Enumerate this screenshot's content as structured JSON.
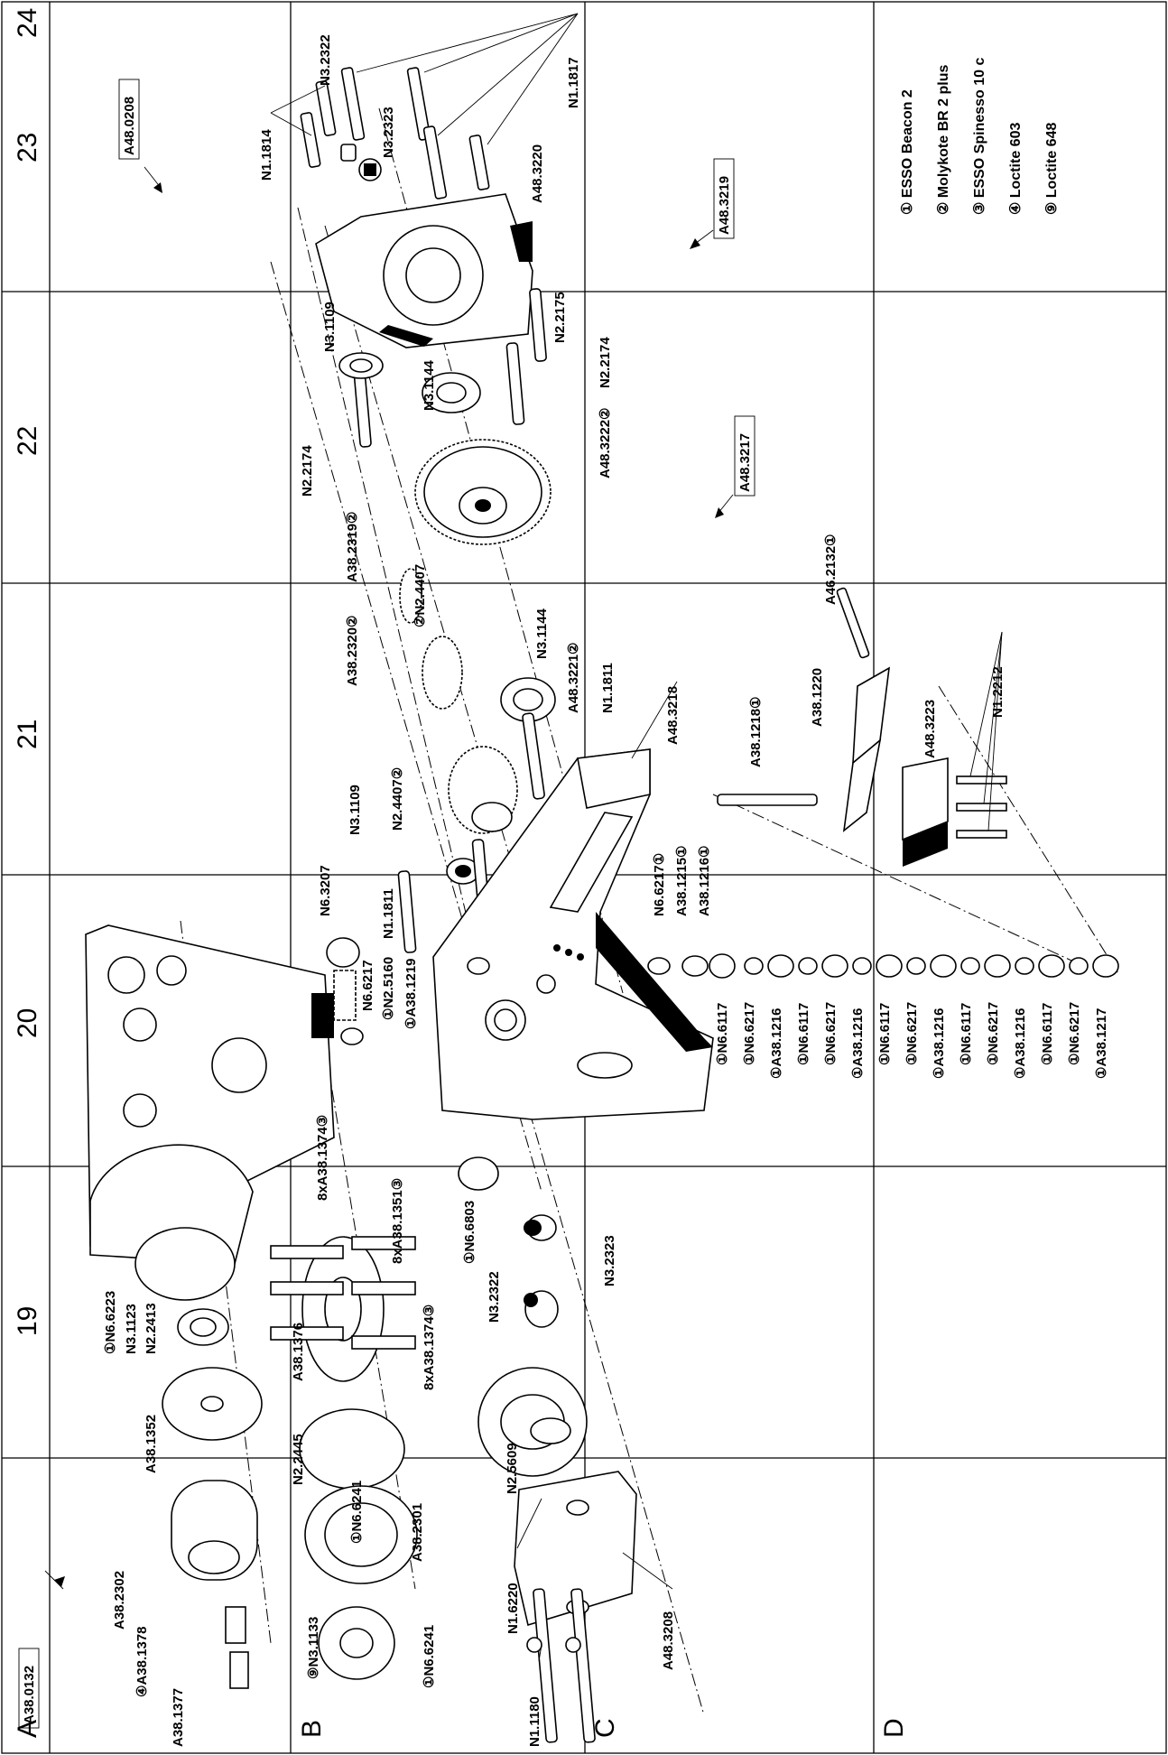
{
  "grid": {
    "rows": [
      "A",
      "B",
      "C",
      "D"
    ],
    "cols": [
      "19",
      "20",
      "21",
      "22",
      "23",
      "24"
    ]
  },
  "refs": [
    "A38.0132",
    "A48.0208",
    "A48.3219",
    "A48.3217"
  ],
  "legend": [
    "① ESSO Beacon 2",
    "② Molykote BR 2 plus",
    "③ ESSO Spinesso 10 c",
    "④ Loctite 603",
    "⑨ Loctite 648"
  ],
  "labels": [
    "N1.1814",
    "N3.2322",
    "N3.2323",
    "N1.1817",
    "A48.3220",
    "N3.1109",
    "N3.1144",
    "N2.2175",
    "N2.2174",
    "N2.2174",
    "A48.3222②",
    "A38.2319②",
    "②N2.4407",
    "A38.2320②",
    "N3.1144",
    "A48.3221②",
    "N1.1811",
    "N2.4407②",
    "N3.1109",
    "A48.3218",
    "A46.2132①",
    "A38.1218①",
    "A38.1220",
    "A48.3223",
    "N1.2212",
    "N6.3207",
    "N1.1811",
    "N6.6217",
    "①N2.5160",
    "①A38.1219",
    "N6.6217①",
    "A38.1215①",
    "A38.1216①",
    "①N6.6117",
    "①N6.6217",
    "①A38.1216",
    "①N6.6117",
    "①N6.6217",
    "①A38.1216",
    "①N6.6117",
    "①N6.6217",
    "①A38.1216",
    "①N6.6117",
    "①N6.6217",
    "①A38.1216",
    "①N6.6117",
    "①N6.6217",
    "①A38.1217",
    "8xA38.1374③",
    "8xA38.1351③",
    "①N6.6803",
    "N3.2322",
    "N3.2323",
    "8xA38.1374③",
    "①N6.6223",
    "N3.1123",
    "N2.2413",
    "A38.1376",
    "N2.5609",
    "A38.1352",
    "N2.2445",
    "①N6.6241",
    "A38.2301",
    "A38.2302",
    "④A38.1378",
    "A38.1377",
    "⑨N3.1133",
    "①N6.6241",
    "N1.6220",
    "A48.3208",
    "N1.1180"
  ]
}
